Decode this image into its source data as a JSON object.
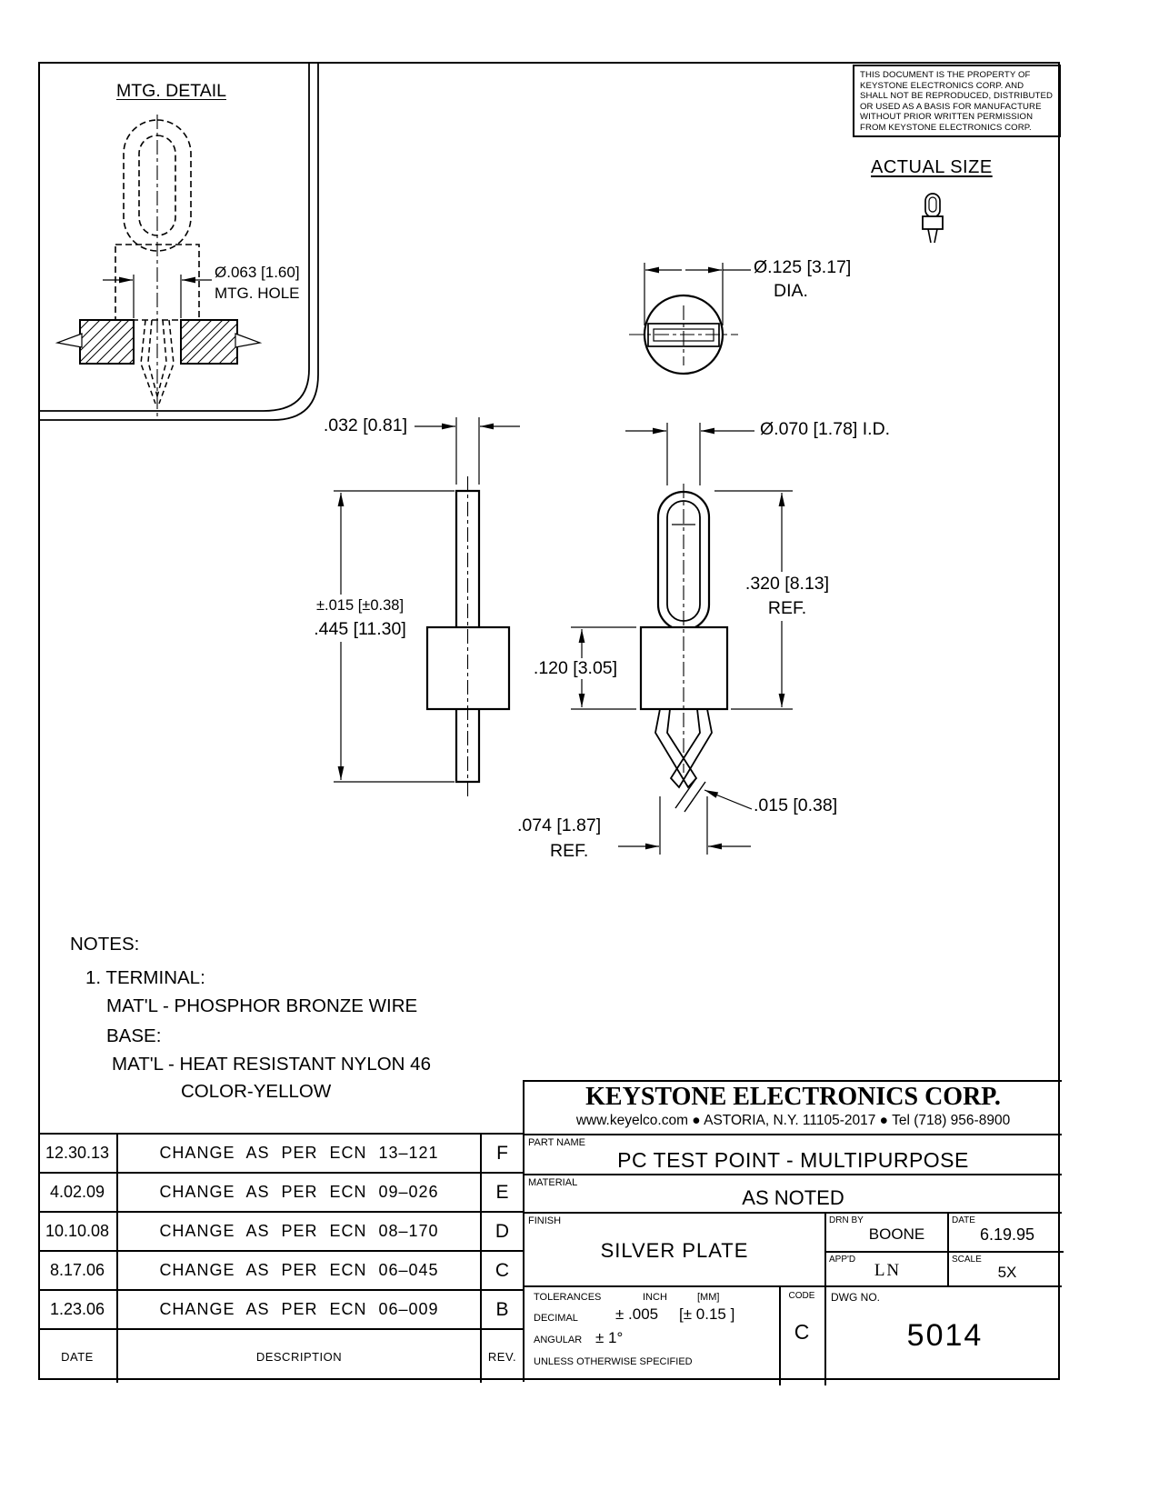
{
  "colors": {
    "ink": "#000000",
    "paper": "#ffffff"
  },
  "labels": {
    "mtg_detail": "MTG. DETAIL",
    "actual_size": "ACTUAL SIZE"
  },
  "notice": {
    "lines": [
      "THIS DOCUMENT IS THE PROPERTY OF",
      "KEYSTONE ELECTRONICS CORP. AND",
      "SHALL NOT BE REPRODUCED, DISTRIBUTED",
      "OR USED AS A BASIS FOR MANUFACTURE",
      "WITHOUT PRIOR WRITTEN PERMISSION",
      "FROM KEYSTONE ELECTRONICS CORP."
    ]
  },
  "dims": {
    "mtg_hole_dia": "Ø.063 [1.60]",
    "mtg_hole_label": "MTG. HOLE",
    "head_dia": "Ø.125 [3.17]",
    "head_dia_label": "DIA.",
    "pin_thickness": ".032 [0.81]",
    "overall_height_tol": "±.015 [±0.38]",
    "overall_height": ".445 [11.30]",
    "loop_id": "Ø.070 [1.78] I.D.",
    "loop_height": ".320 [8.13]",
    "loop_height_ref": "REF.",
    "base_height": ".120 [3.05]",
    "tip_thickness": ".015 [0.38]",
    "tip_span": ".074 [1.87]",
    "tip_span_ref": "REF."
  },
  "notes": {
    "heading": "NOTES:",
    "item_number": "1. TERMINAL:",
    "terminal_material": "MAT'L - PHOSPHOR BRONZE WIRE",
    "base_heading": "BASE:",
    "base_material": "MAT'L - HEAT RESISTANT NYLON 46",
    "base_color": "COLOR-YELLOW"
  },
  "revision_table": {
    "rows": [
      {
        "date": "12.30.13",
        "description": "CHANGE AS PER ECN 13–121",
        "rev": "F"
      },
      {
        "date": "4.02.09",
        "description": "CHANGE AS PER ECN 09–026",
        "rev": "E"
      },
      {
        "date": "10.10.08",
        "description": "CHANGE AS PER ECN 08–170",
        "rev": "D"
      },
      {
        "date": "8.17.06",
        "description": "CHANGE AS PER ECN 06–045",
        "rev": "C"
      },
      {
        "date": "1.23.06",
        "description": "CHANGE AS PER ECN 06–009",
        "rev": "B"
      }
    ],
    "header": {
      "date": "DATE",
      "description": "DESCRIPTION",
      "rev": "REV."
    }
  },
  "title_block": {
    "company": "KEYSTONE ELECTRONICS CORP.",
    "address": "www.keyelco.com  ●  ASTORIA, N.Y. 11105-2017  ●  Tel (718) 956-8900",
    "part_name_label": "PART NAME",
    "part_name": "PC TEST POINT - MULTIPURPOSE",
    "material_label": "MATERIAL",
    "material": "AS NOTED",
    "finish_label": "FINISH",
    "finish": "SILVER PLATE",
    "drn_by_label": "DRN BY",
    "drn_by": "BOONE",
    "date_label": "DATE",
    "date": "6.19.95",
    "appd_label": "APP'D",
    "appd": "LN",
    "scale_label": "SCALE",
    "scale": "5X",
    "tolerances_label": "TOLERANCES",
    "tol_inch": "INCH",
    "tol_mm": "[MM]",
    "decimal_label": "DECIMAL",
    "decimal_inch": "± .005",
    "decimal_mm": "[± 0.15 ]",
    "angular_label": "ANGULAR",
    "angular_value": "± 1°",
    "unless": "UNLESS OTHERWISE SPECIFIED",
    "code_label": "CODE",
    "code": "C",
    "dwg_label": "DWG NO.",
    "dwg_no": "5014"
  }
}
